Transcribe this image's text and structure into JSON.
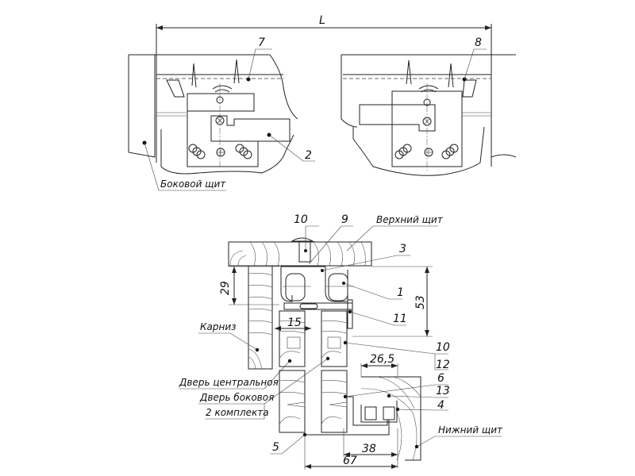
{
  "title": "Sliding door upper and lower track assembly drawing",
  "top_view": {
    "dimension_L": "L",
    "callouts": [
      {
        "id": "7",
        "label": "7"
      },
      {
        "id": "8",
        "label": "8"
      },
      {
        "id": "2",
        "label": "2"
      }
    ],
    "side_panel_label": "Боковой щит"
  },
  "section_view": {
    "callouts": [
      {
        "id": "10-top",
        "label": "10"
      },
      {
        "id": "9",
        "label": "9"
      },
      {
        "id": "3",
        "label": "3"
      },
      {
        "id": "1",
        "label": "1"
      },
      {
        "id": "11",
        "label": "11"
      },
      {
        "id": "10-side",
        "label": "10"
      },
      {
        "id": "12",
        "label": "12"
      },
      {
        "id": "6",
        "label": "6"
      },
      {
        "id": "13",
        "label": "13"
      },
      {
        "id": "4",
        "label": "4"
      },
      {
        "id": "5",
        "label": "5"
      }
    ],
    "part_labels": {
      "top_panel": "Верхний щит",
      "cornice": "Карниз",
      "center_door": "Дверь центральноя",
      "side_door": "Дверь боковоя",
      "sets": "2 комплекта",
      "bottom_panel": "Нижний щит"
    },
    "dimensions": {
      "d29": "29",
      "d53": "53",
      "d15": "15",
      "d26_5": "26,5",
      "d38": "38",
      "d67": "67"
    }
  }
}
